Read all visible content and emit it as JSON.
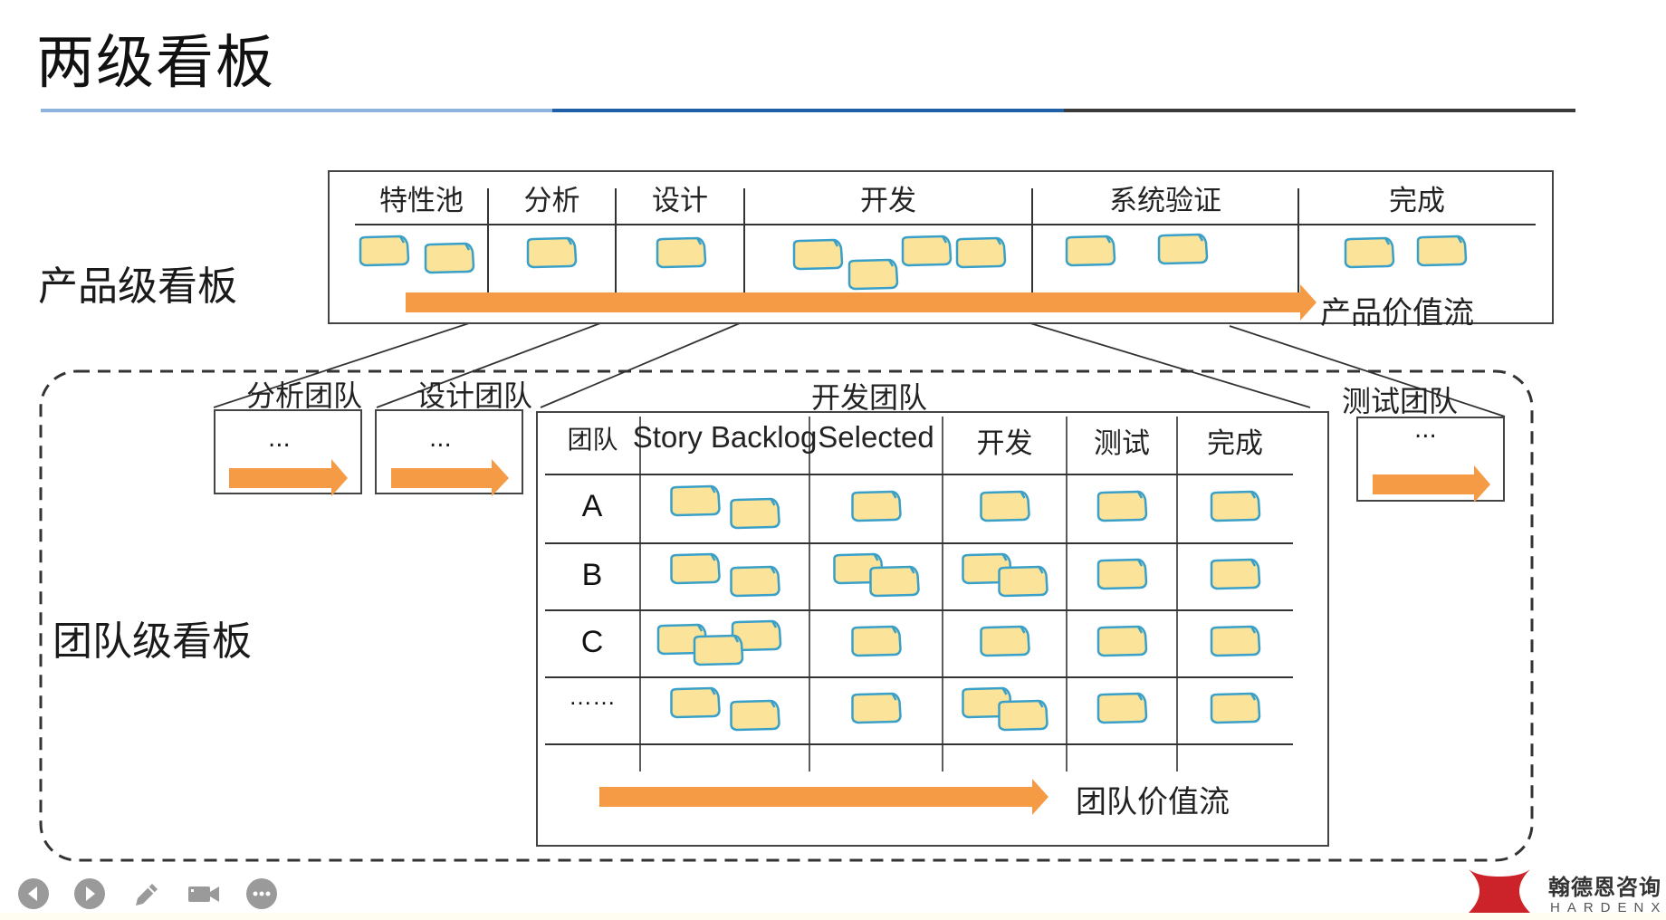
{
  "slide": {
    "title": "两级看板",
    "accent_colors": {
      "underline_light": "#7fa8d8",
      "underline_blue": "#1f5fa6",
      "underline_dark": "#333333",
      "flow_arrow": "#f59a45",
      "card_fill": "#fbe49a",
      "card_border": "#3aa0c8",
      "logo_red": "#cc2229"
    }
  },
  "product_board": {
    "section_label": "产品级看板",
    "columns": [
      {
        "label": "特性池",
        "cards": 2
      },
      {
        "label": "分析",
        "cards": 1
      },
      {
        "label": "设计",
        "cards": 1
      },
      {
        "label": "开发",
        "cards": 4
      },
      {
        "label": "系统验证",
        "cards": 2
      },
      {
        "label": "完成",
        "cards": 2
      }
    ],
    "flow_label": "产品价值流"
  },
  "team_board": {
    "section_label": "团队级看板",
    "small_teams": [
      {
        "label": "分析团队",
        "content": "..."
      },
      {
        "label": "设计团队",
        "content": "..."
      },
      {
        "label": "测试团队",
        "content": "..."
      }
    ],
    "dev_team": {
      "label": "开发团队",
      "columns": [
        "团队",
        "Story Backlog",
        "Selected",
        "开发",
        "测试",
        "完成"
      ],
      "rows": [
        {
          "team": "A",
          "cards": [
            2,
            1,
            1,
            1,
            1
          ]
        },
        {
          "team": "B",
          "cards": [
            2,
            2,
            2,
            1,
            1
          ]
        },
        {
          "team": "C",
          "cards": [
            3,
            1,
            1,
            1,
            1
          ]
        },
        {
          "team": "……",
          "cards": [
            2,
            1,
            2,
            1,
            1
          ]
        }
      ],
      "flow_label": "团队价值流"
    }
  },
  "toolbar": {
    "items": [
      {
        "name": "previous-slide",
        "icon": "prev-icon"
      },
      {
        "name": "next-slide",
        "icon": "next-icon"
      },
      {
        "name": "pen",
        "icon": "pencil-icon"
      },
      {
        "name": "video",
        "icon": "video-camera-icon"
      },
      {
        "name": "more",
        "icon": "more-icon"
      }
    ]
  },
  "logo": {
    "name_cn": "翰德恩咨询",
    "name_en": "HARDENX"
  }
}
